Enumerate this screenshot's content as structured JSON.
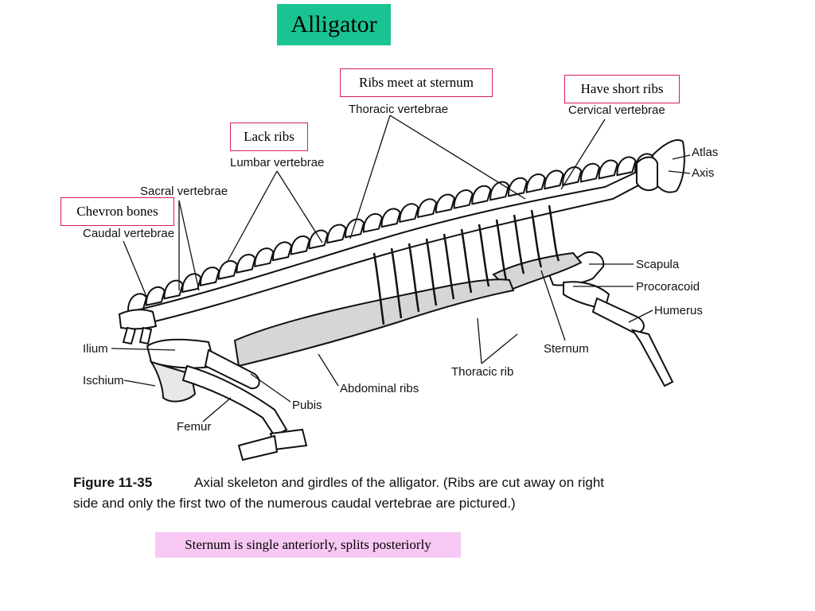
{
  "title": "Alligator",
  "callouts": {
    "ribs_meet_sternum": "Ribs meet at sternum",
    "have_short_ribs": "Have short ribs",
    "lack_ribs": "Lack ribs",
    "chevron_bones": "Chevron bones"
  },
  "figure_labels": {
    "thoracic_vertebrae": "Thoracic vertebrae",
    "cervical_vertebrae": "Cervical vertebrae",
    "atlas": "Atlas",
    "axis": "Axis",
    "lumbar_vertebrae": "Lumbar vertebrae",
    "sacral_vertebrae": "Sacral vertebrae",
    "caudal_vertebrae": "Caudal vertebrae",
    "scapula": "Scapula",
    "procoracoid": "Procoracoid",
    "humerus": "Humerus",
    "ilium": "Ilium",
    "ischium": "Ischium",
    "sternum": "Sternum",
    "thoracic_rib": "Thoracic rib",
    "abdominal_ribs": "Abdominal ribs",
    "pubis": "Pubis",
    "femur": "Femur"
  },
  "caption": {
    "figure_number": "Figure 11-35",
    "line1": "Axial skeleton and girdles of the alligator. (Ribs are cut away on right",
    "line2": "side and only the first two of the numerous caudal vertebrae are pictured.)"
  },
  "note": "Sternum is single anteriorly, splits posteriorly",
  "colors": {
    "title_bg": "#19c492",
    "callout_border": "#d81b60",
    "note_bg": "#f8c8f4"
  }
}
